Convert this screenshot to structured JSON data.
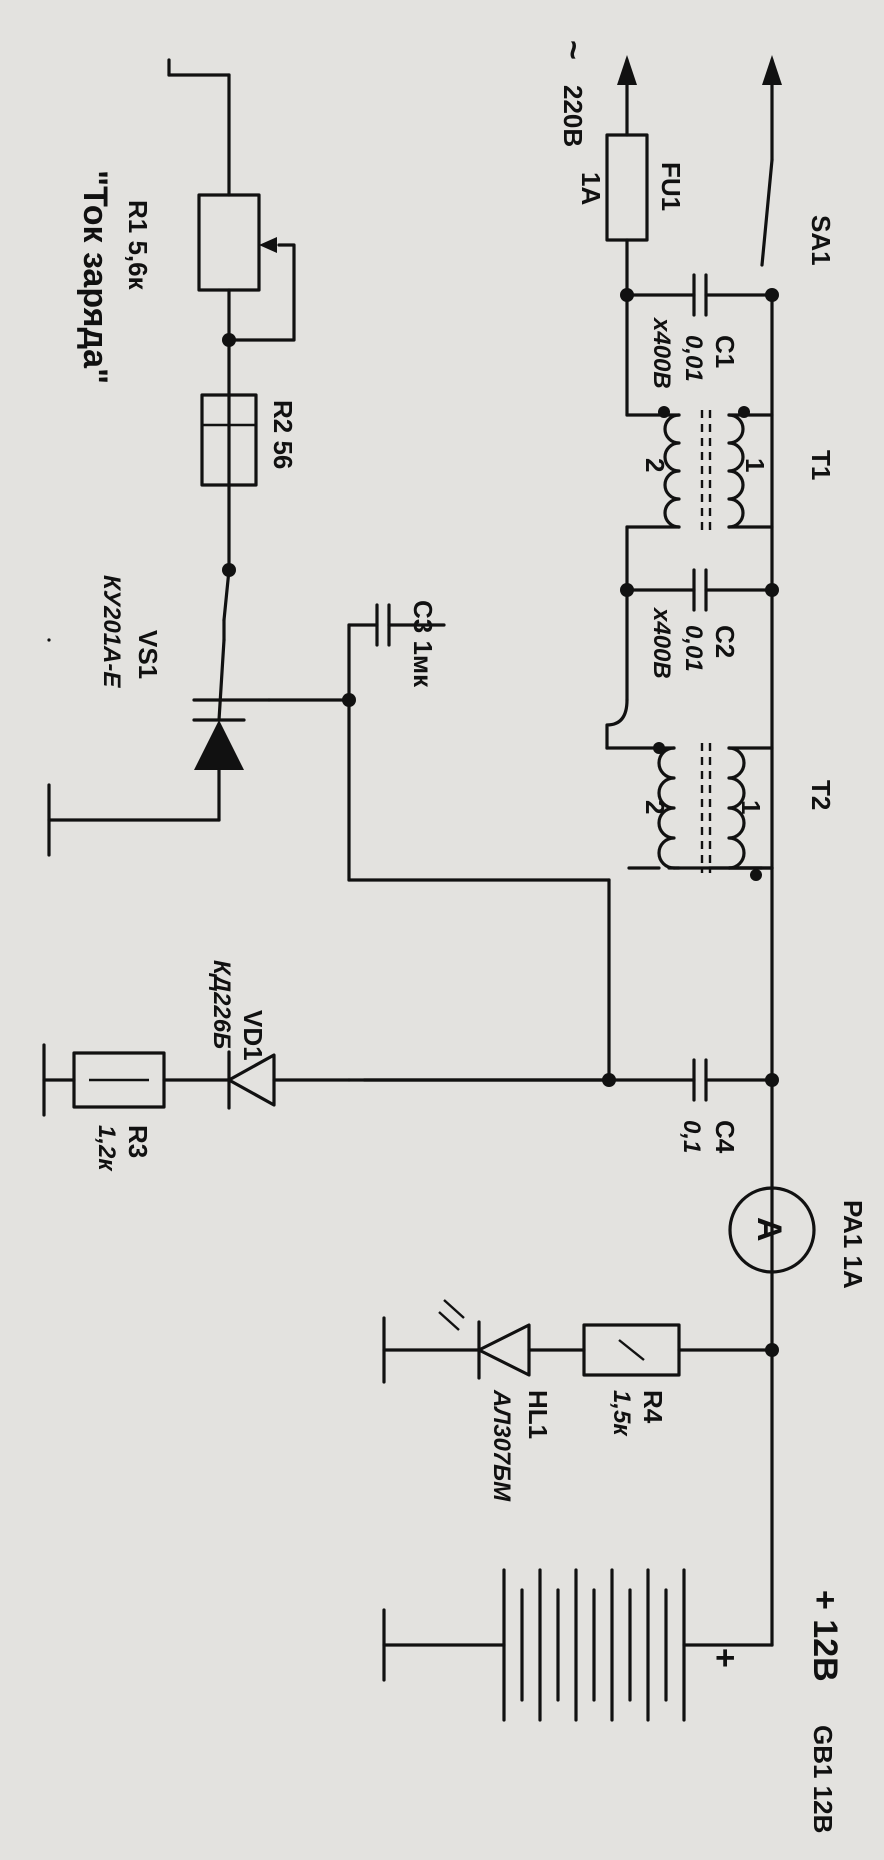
{
  "diagram": {
    "labels": {
      "sa1": "SA1",
      "mains_symbol": "~",
      "mains_voltage": "220В",
      "fu1": "FU1",
      "fu1_rating": "1А",
      "c1": "С1",
      "c1_value": "0,01",
      "c1_voltage": "х400В",
      "t1": "Т1",
      "t1_w1": "1",
      "t1_w2": "2",
      "c2": "С2",
      "c2_value": "0,01",
      "c2_voltage": "х400В",
      "t2": "Т2",
      "t2_w1": "1",
      "t2_w2": "2",
      "c4": "С4",
      "c4_value": "0,1",
      "pa1": "РА1 1А",
      "ammeter_letter": "А",
      "r4": "R4",
      "r4_value": "1,5к",
      "hl1": "HL1",
      "hl1_type": "АЛ307БМ",
      "plus_12v": "+ 12В",
      "battery_plus": "+",
      "gb1": "GB1 12В",
      "r1": "R1 5,6к",
      "r1_function": "\"Ток заряда\"",
      "r2": "R2 56",
      "c3": "С3 1мк",
      "vs1": "VS1",
      "vs1_type": "КУ201А-Е",
      "vd1": "VD1",
      "vd1_type": "КД226Б",
      "r3": "R3",
      "r3_value": "1,2к"
    }
  }
}
